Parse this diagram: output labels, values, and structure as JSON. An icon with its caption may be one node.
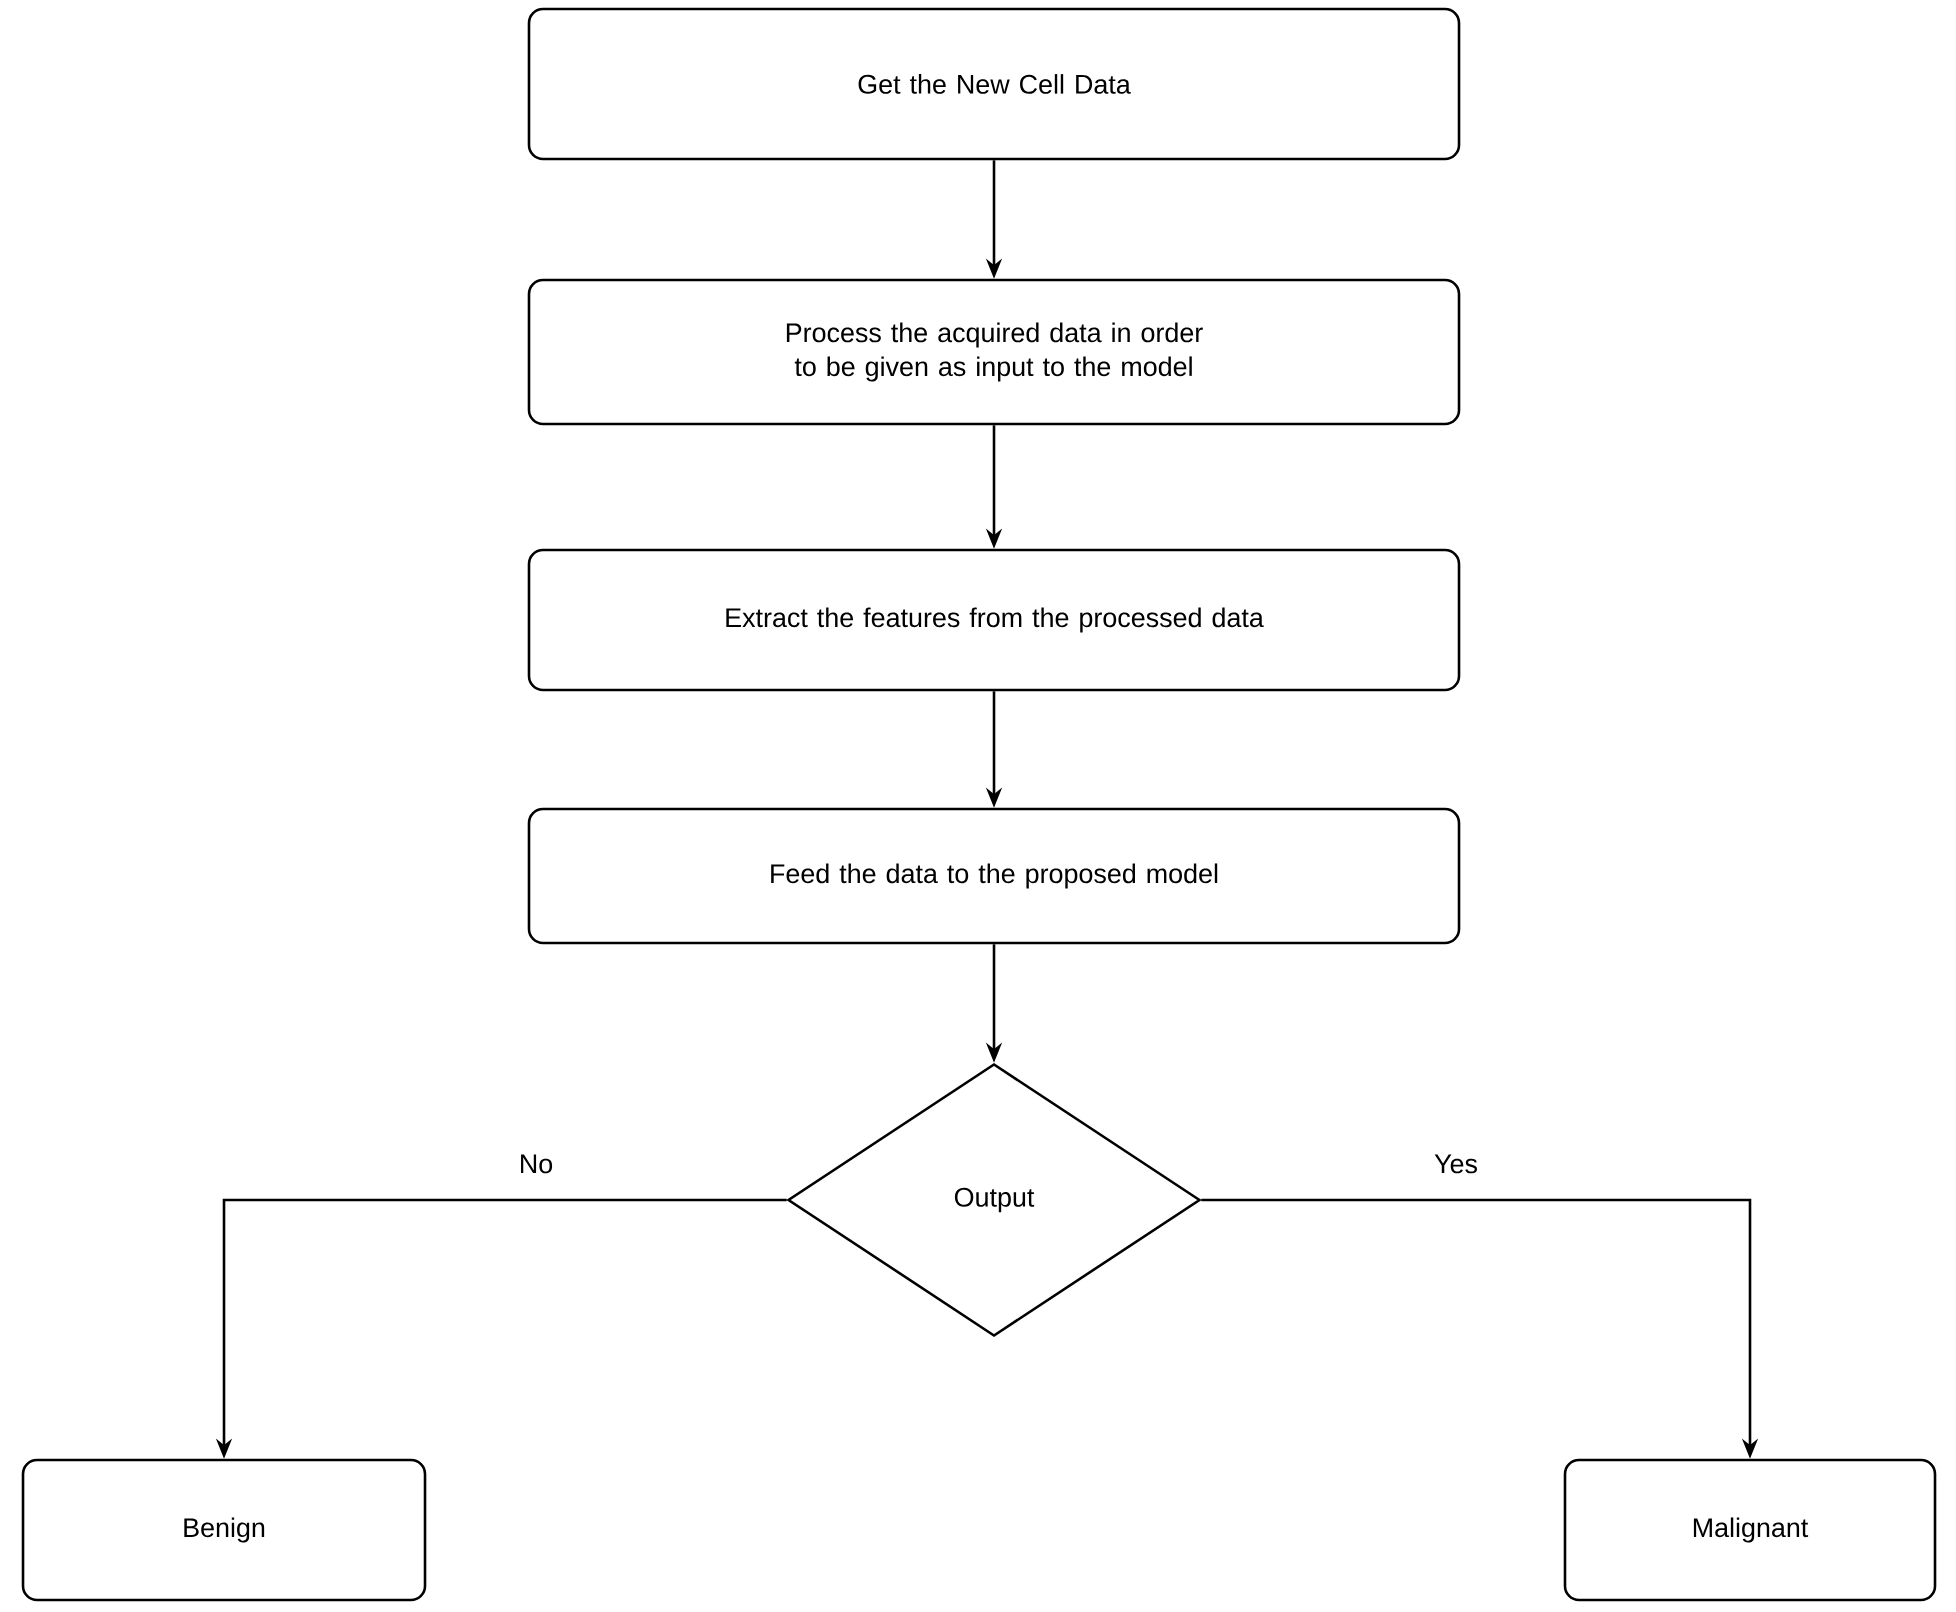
{
  "diagram": {
    "nodes": [
      {
        "text": [
          "Get the New Cell Data"
        ]
      },
      {
        "text": [
          "Process the acquired data in order to be given as input to the model"
        ]
      },
      {
        "text": [
          "Extract the features from the processed data"
        ]
      },
      {
        "text": [
          "Feed the data to the proposed model"
        ]
      },
      {
        "text": [
          "Output"
        ]
      },
      {
        "text": [
          "Benign"
        ]
      },
      {
        "text": [
          "Malignant"
        ]
      }
    ],
    "edges": [
      {
        "from": 0,
        "to": 1,
        "arrow": "to"
      },
      {
        "from": 1,
        "to": 2,
        "arrow": "to"
      },
      {
        "from": 2,
        "to": 3,
        "arrow": "to"
      },
      {
        "from": 3,
        "to": 4,
        "arrow": "to"
      },
      {
        "from": 4,
        "to": 5,
        "arrow": "to",
        "label": "No"
      },
      {
        "from": 4,
        "to": 6,
        "arrow": "to",
        "label": "Yes"
      }
    ]
  }
}
